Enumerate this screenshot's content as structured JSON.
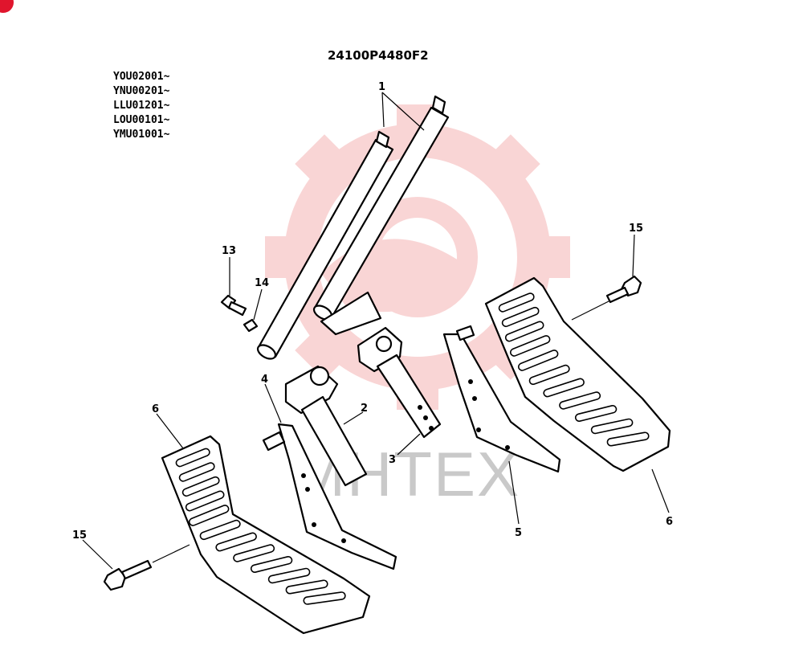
{
  "drawing_number": "24100P4480F2",
  "serial_ranges": [
    "YOU02001~",
    "YNU00201~",
    "LLU01201~",
    "LOU00101~",
    "YMU01001~"
  ],
  "watermark_text": "MHTEX",
  "callouts": {
    "c1": "1",
    "c2": "2",
    "c3": "3",
    "c4": "4",
    "c5": "5",
    "c6_left": "6",
    "c6_right": "6",
    "c13": "13",
    "c14": "14",
    "c15_left": "15",
    "c15_right": "15"
  },
  "colors": {
    "line": "#000000",
    "watermark_logo": "#f4b3b3",
    "corner_badge": "#e0152d"
  }
}
